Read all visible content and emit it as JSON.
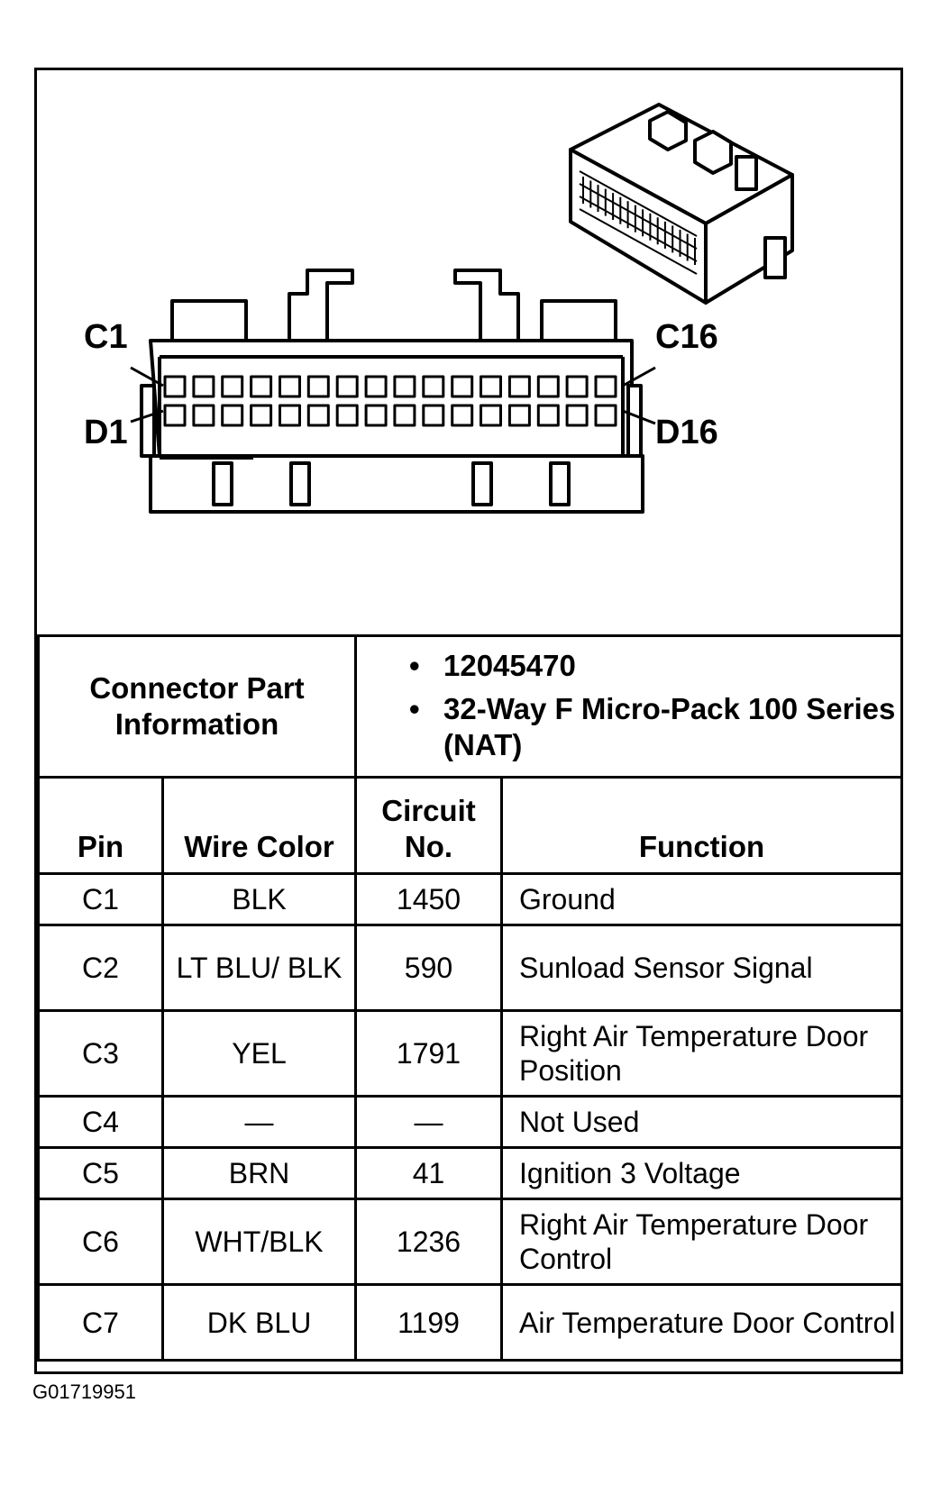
{
  "connector": {
    "labels": {
      "c1": "C1",
      "c16": "C16",
      "d1": "D1",
      "d16": "D16"
    },
    "pins_per_row": 16
  },
  "part_info": {
    "label": "Connector Part Information",
    "items": [
      "12045470",
      "32-Way F Micro-Pack 100 Series (NAT)"
    ],
    "bullet": "•"
  },
  "pin_table": {
    "headers": {
      "pin": "Pin",
      "wire_color": "Wire Color",
      "circuit_no": "Circuit No.",
      "function": "Function"
    },
    "rows": [
      {
        "pin": "C1",
        "wire_color": "BLK",
        "circuit_no": "1450",
        "function": "Ground"
      },
      {
        "pin": "C2",
        "wire_color": "LT BLU/ BLK",
        "circuit_no": "590",
        "function": "Sunload Sensor Signal"
      },
      {
        "pin": "C3",
        "wire_color": "YEL",
        "circuit_no": "1791",
        "function": "Right Air Temperature Door Position"
      },
      {
        "pin": "C4",
        "wire_color": "—",
        "circuit_no": "—",
        "function": "Not Used"
      },
      {
        "pin": "C5",
        "wire_color": "BRN",
        "circuit_no": "41",
        "function": "Ignition 3 Voltage"
      },
      {
        "pin": "C6",
        "wire_color": "WHT/BLK",
        "circuit_no": "1236",
        "function": "Right Air Temperature Door Control"
      },
      {
        "pin": "C7",
        "wire_color": "DK BLU",
        "circuit_no": "1199",
        "function": "Air Temperature Door Control"
      }
    ]
  },
  "reference_code": "G01719951"
}
